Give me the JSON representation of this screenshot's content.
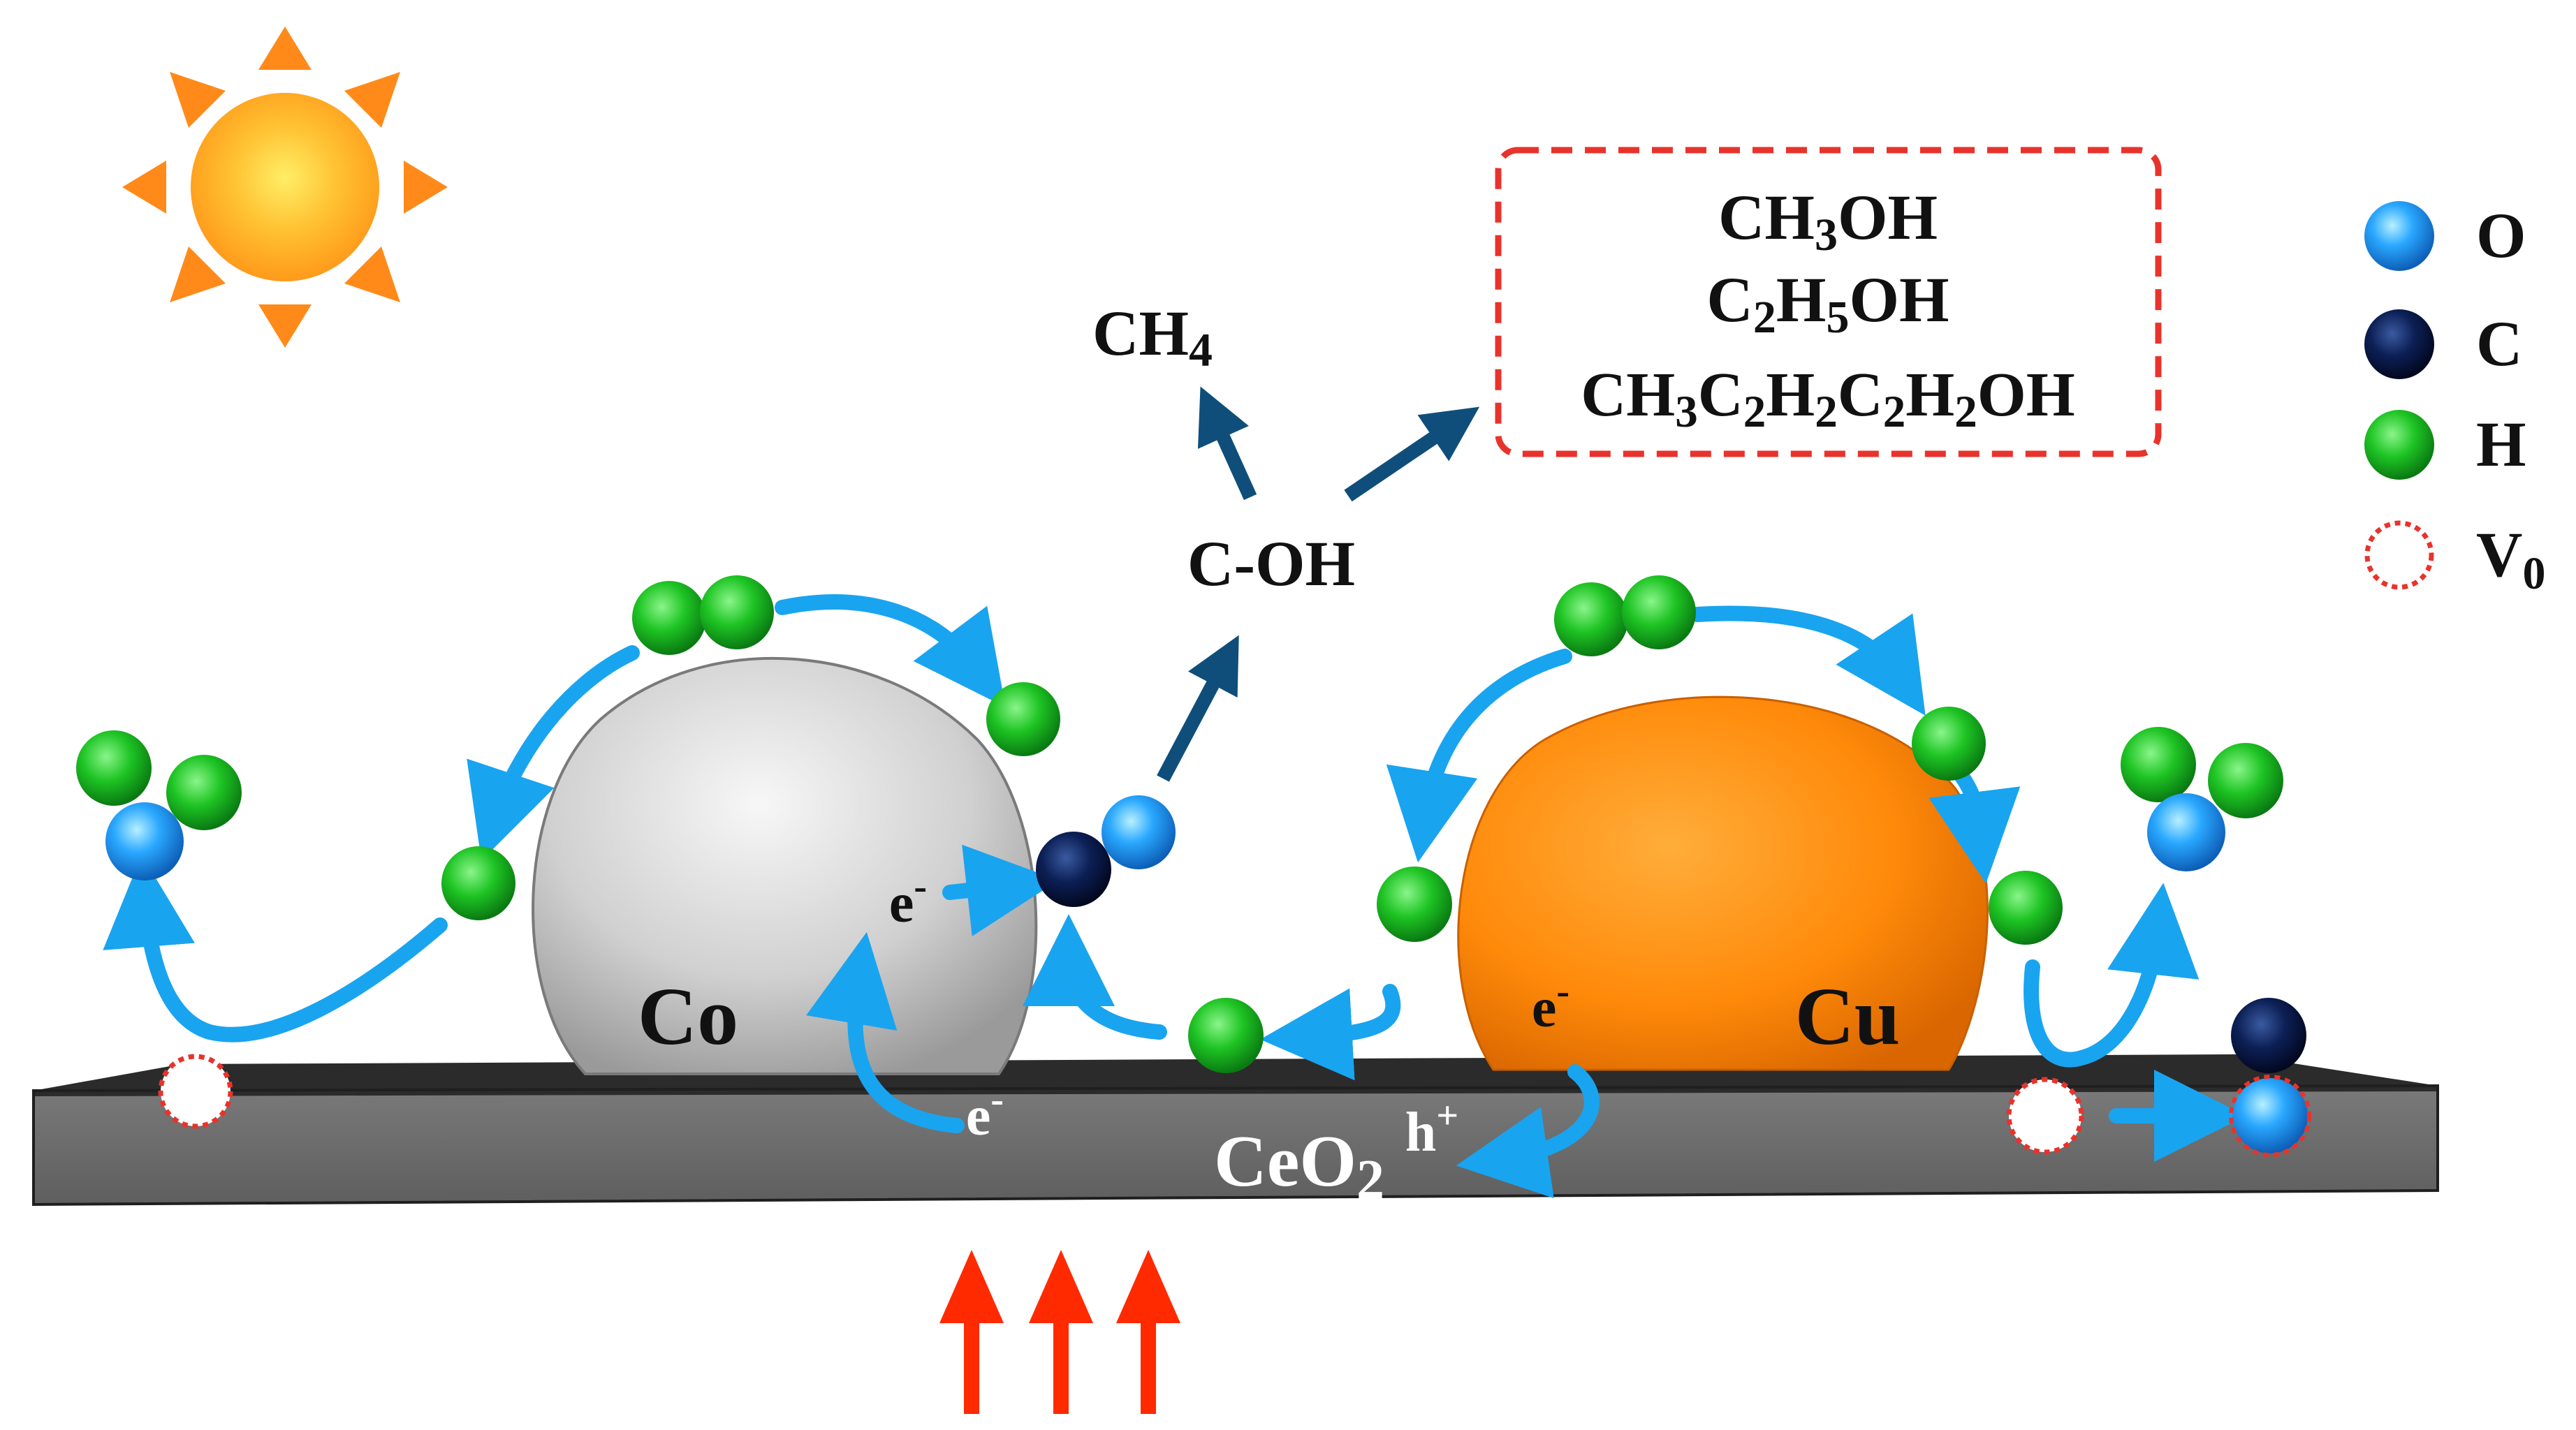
{
  "metals": {
    "co": {
      "label": "Co"
    },
    "cu": {
      "label": "Cu"
    }
  },
  "support": {
    "label_base": "CeO",
    "label_sub": "2"
  },
  "electron": {
    "base": "e",
    "sup": "-"
  },
  "hole": {
    "base": "h",
    "sup": "+"
  },
  "intermediate": "C-OH",
  "methane": {
    "base": "CH",
    "sub": "4"
  },
  "products": [
    {
      "parts": [
        {
          "t": "CH"
        },
        {
          "t": "3",
          "sub": true
        },
        {
          "t": "OH"
        }
      ]
    },
    {
      "parts": [
        {
          "t": "C"
        },
        {
          "t": "2",
          "sub": true
        },
        {
          "t": "H"
        },
        {
          "t": "5",
          "sub": true
        },
        {
          "t": "OH"
        }
      ]
    },
    {
      "parts": [
        {
          "t": "CH"
        },
        {
          "t": "3",
          "sub": true
        },
        {
          "t": "C"
        },
        {
          "t": "2",
          "sub": true
        },
        {
          "t": "H"
        },
        {
          "t": "2",
          "sub": true
        },
        {
          "t": "C"
        },
        {
          "t": "2",
          "sub": true
        },
        {
          "t": "H"
        },
        {
          "t": "2",
          "sub": true
        },
        {
          "t": "OH"
        }
      ]
    }
  ],
  "legend": [
    {
      "key": "O",
      "label": "O"
    },
    {
      "key": "C",
      "label": "C"
    },
    {
      "key": "H",
      "label": "H"
    },
    {
      "key": "V",
      "label": "V",
      "sub": "0"
    }
  ],
  "colors": {
    "oxygen": "#1a9bff",
    "carbon": "#0a1a4a",
    "hydrogen": "#18c21e",
    "vacancy": "#e8332c",
    "flow_arrow": "#19a4f0",
    "product_arrow": "#0f4e7a",
    "light_arrow": "#ff2a00",
    "dashed_box": "#e8332c",
    "support": "#6f6f6f",
    "cobalt": "#d6d6d6",
    "copper": "#ff8a10",
    "sun": "#ffa726"
  }
}
